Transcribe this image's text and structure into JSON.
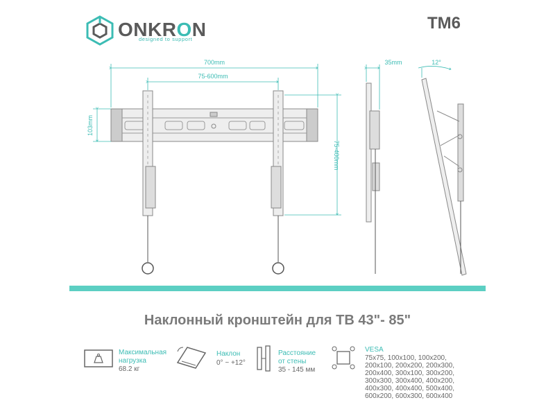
{
  "brand": {
    "name_part1": "ONKR",
    "name_part2": "O",
    "name_part3": "N",
    "tagline": "designed to support",
    "model": "TM6"
  },
  "dimensions": {
    "total_width": "700mm",
    "vesa_width": "75-600mm",
    "height": "103mm",
    "vesa_height": "75-400mm",
    "depth": "35mm",
    "tilt": "12°"
  },
  "title": "Наклонный кронштейн для ТВ 43\"- 85\"",
  "specs": {
    "load_label_1": "Максимальная",
    "load_label_2": "нагрузка",
    "load_value": "68.2 кг",
    "tilt_label": "Наклон",
    "tilt_value": "0° ~ +12°",
    "distance_label_1": "Расстояние",
    "distance_label_2": "от стены",
    "distance_value": "35 - 145 мм",
    "vesa_label": "VESA",
    "vesa_lines": [
      "75x75, 100x100, 100x200,",
      "200x100, 200x200, 200x300,",
      "200x400, 300x100, 300x200,",
      "300x300, 300x400,  400x200,",
      "400x300, 400x400, 500x400,",
      "600x200, 600x300, 600x400"
    ]
  },
  "colors": {
    "accent": "#3cbcb4",
    "bar": "#5ccfc3",
    "text_gray": "#5a5a5a"
  }
}
